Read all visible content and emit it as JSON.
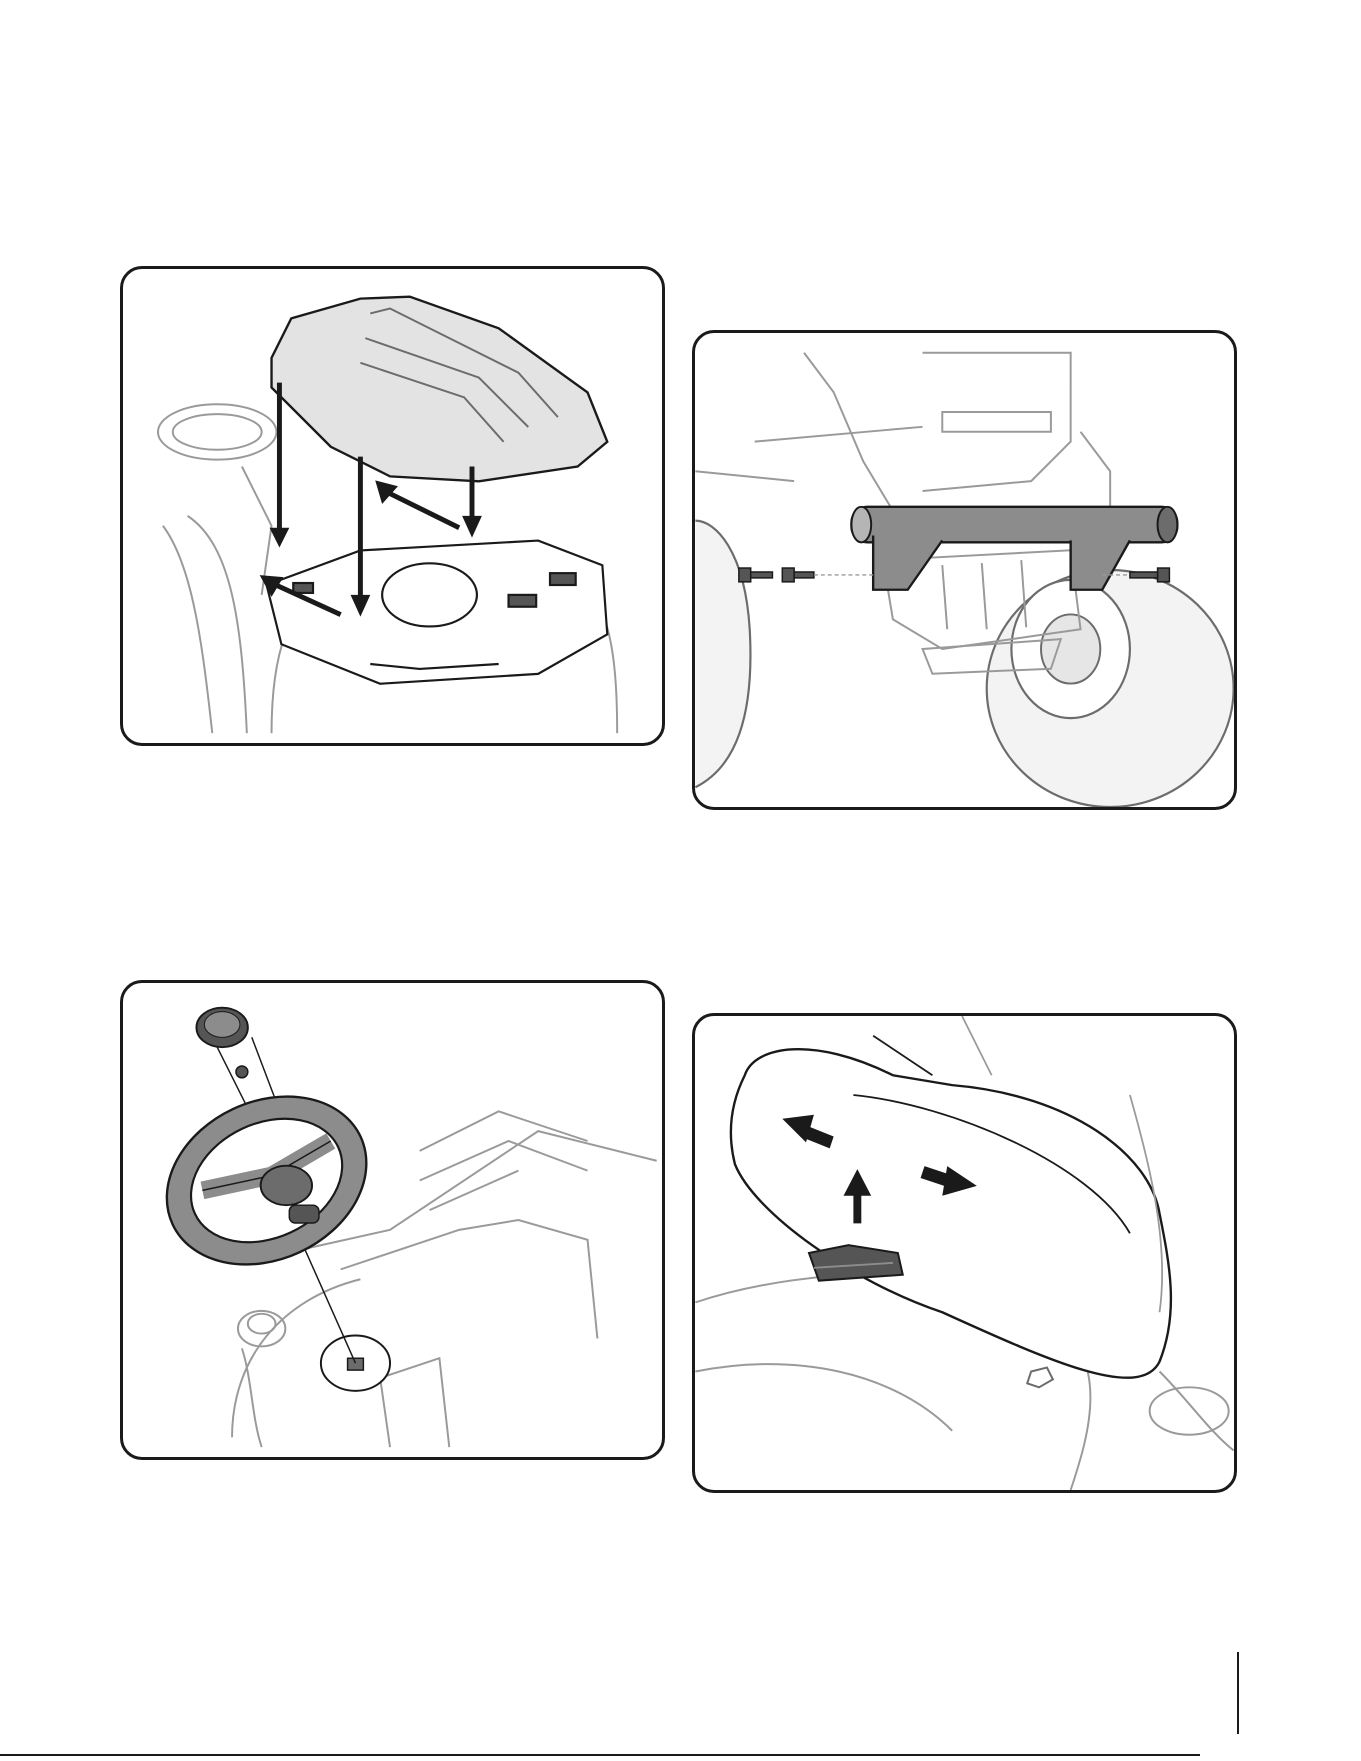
{
  "page": {
    "footer_code": "",
    "colors": {
      "line": "#1a1a1a",
      "light_line": "#9a9a9a",
      "part_fill": "#8c8c8c",
      "dark_fill": "#555555",
      "panel_border": "#1a1a1a"
    }
  },
  "figures": [
    {
      "id": "hood-installation",
      "icons": [
        "hood-icon",
        "down-arrow-icon",
        "diagonal-arrow-icon"
      ]
    },
    {
      "id": "front-bumper-installation",
      "icons": [
        "bumper-icon",
        "bolt-icon",
        "tire-icon"
      ]
    },
    {
      "id": "steering-wheel-installation",
      "icons": [
        "steering-wheel-icon",
        "cap-icon",
        "nut-icon"
      ]
    },
    {
      "id": "seat-adjustment",
      "icons": [
        "seat-icon",
        "lever-icon",
        "arrow-icon"
      ]
    }
  ]
}
